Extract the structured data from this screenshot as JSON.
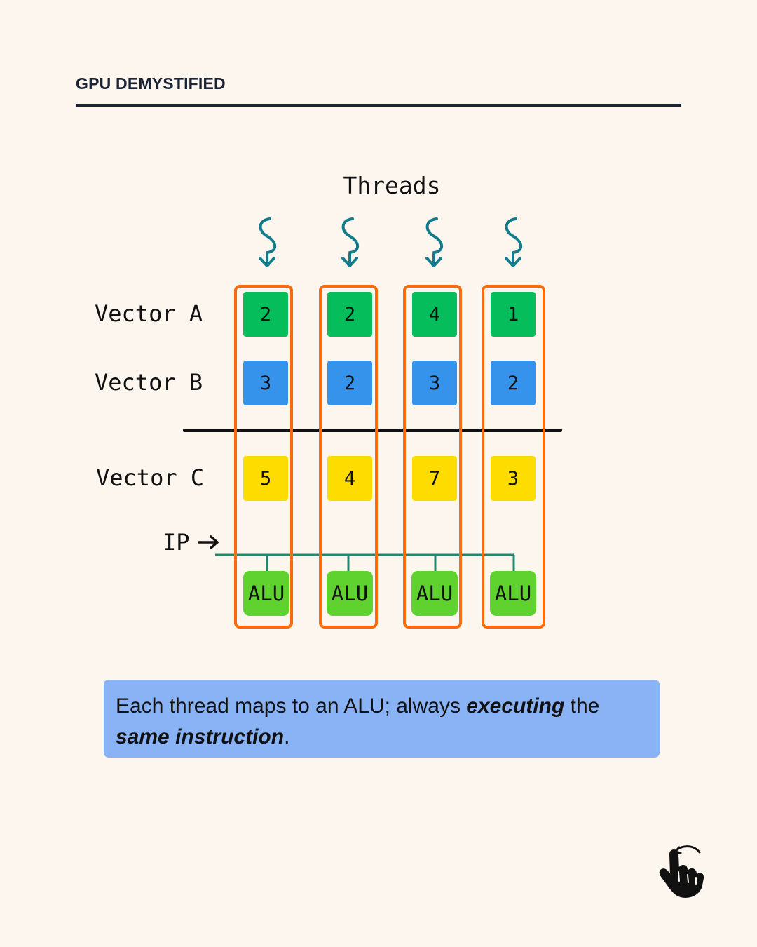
{
  "header": {
    "title": "GPU DEMYSTIFIED"
  },
  "diagram": {
    "threads_title": "Threads",
    "rows": {
      "vector_a": "Vector A",
      "vector_b": "Vector B",
      "vector_c": "Vector C"
    },
    "ip_label": "IP",
    "threads": [
      {
        "a": "2",
        "b": "3",
        "c": "5",
        "alu": "ALU"
      },
      {
        "a": "2",
        "b": "2",
        "c": "4",
        "alu": "ALU"
      },
      {
        "a": "4",
        "b": "3",
        "c": "7",
        "alu": "ALU"
      },
      {
        "a": "1",
        "b": "2",
        "c": "3",
        "alu": "ALU"
      }
    ]
  },
  "caption": {
    "part1": "Each thread maps to an ALU; always ",
    "emph1": "executing",
    "part2": " the ",
    "emph2": "same instruction",
    "part3": "."
  },
  "colors": {
    "vector_a": "#05be5b",
    "vector_b": "#3593ec",
    "vector_c": "#fedc00",
    "alu": "#5fd22f",
    "thread_box": "#fd6a0c",
    "wire": "#1f8a73",
    "thread_arrow": "#127b8c",
    "caption_bg": "#8ab3f5"
  },
  "icons": {
    "swipe": "swipe-hand-icon"
  }
}
